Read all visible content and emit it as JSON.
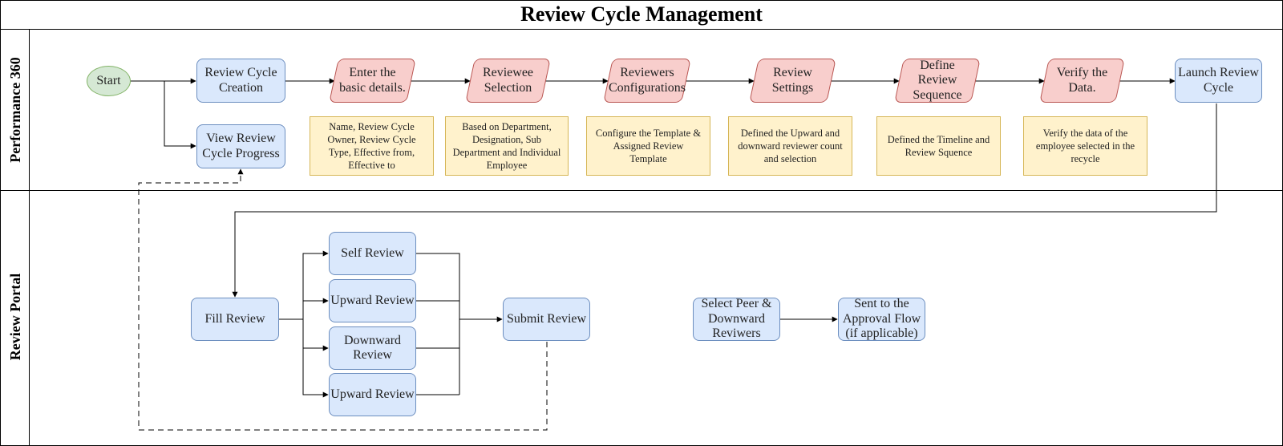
{
  "title": "Review Cycle Management",
  "lanes": {
    "top": "Performance 360",
    "bottom": "Review Portal"
  },
  "colors": {
    "process_fill": "#dae8fc",
    "process_border": "#6c8ebf",
    "input_fill": "#f8cecc",
    "input_border": "#b85450",
    "start_fill": "#d5e8d4",
    "start_border": "#82b366",
    "note_fill": "#fff2cc",
    "note_border": "#d6b656"
  },
  "nodes": {
    "start": "Start",
    "review_cycle_creation": "Review Cycle Creation",
    "view_progress": "View Review Cycle Progress",
    "enter_basic_details": "Enter the basic details.",
    "reviewee_selection": "Reviewee Selection",
    "reviewers_configurations": "Reviewers Configurations",
    "review_settings": "Review Settings",
    "define_review_sequence": "Define Review Sequence",
    "verify_data": "Verify the Data.",
    "launch_review_cycle": "Launch Review Cycle",
    "fill_review": "Fill Review",
    "self_review": "Self Review",
    "upward_review_1": "Upward Review",
    "downward_review": "Downward Review",
    "upward_review_2": "Upward Review",
    "submit_review": "Submit Review",
    "select_peer": "Select Peer & Downward Reviwers",
    "approval_flow": "Sent to the Approval Flow (if applicable)"
  },
  "notes": {
    "basic_details": "Name, Review Cycle Owner, Review Cycle Type, Effective from, Effective to",
    "reviewee": "Based on Department, Designation, Sub Department and Individual Employee",
    "reviewers": "Configure the Template & Assigned Review Template",
    "settings": "Defined the Upward and downward reviewer count and selection",
    "sequence": "Defined the Timeline and Review Squence",
    "verify": "Verify the data of the employee selected in the recycle"
  }
}
